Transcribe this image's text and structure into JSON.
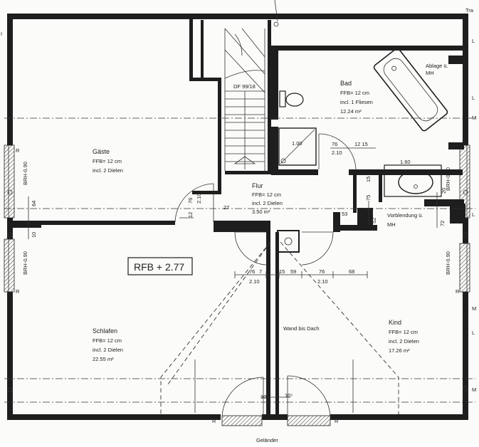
{
  "plan": {
    "level_tag": "RFB + 2.77",
    "rooms": {
      "gaeste": {
        "name": "Gäste",
        "l1": "FFB= 12 cm",
        "l2": "incl. 2 Dielen",
        "area": ""
      },
      "bad": {
        "name": "Bad",
        "l1": "FFB= 12 cm",
        "l2": "incl. 1 Fliesen",
        "area": "12.24 m²"
      },
      "flur": {
        "name": "Flur",
        "l1": "FFB= 12 cm",
        "l2": "incl. 2 Dielen",
        "area": "3.50 m²"
      },
      "schlafen": {
        "name": "Schlafen",
        "l1": "FFB= 12 cm",
        "l2": "incl. 2 Dielen",
        "area": "22.55 m²"
      },
      "kind": {
        "name": "Kind",
        "l1": "FFB= 12 cm",
        "l2": "incl. 2 Dielen",
        "area": "17.26 m²"
      }
    },
    "notes": {
      "df": "DF 99/18",
      "ablage": "Ablage ü.",
      "mh": "MH",
      "vorblendung": "Vorblendung ü.",
      "vorblendung_mh": "MH",
      "wand_bis_dach": "Wand bis Dach",
      "gelaender": "Geländer"
    },
    "dims": {
      "d100": "1.00",
      "d76": "76",
      "d210": "2.10",
      "d1215": "12 15",
      "d160": "1.60",
      "d15": "15",
      "d75": "75",
      "d20": "20",
      "d52": "52",
      "d72": "72",
      "d53": "53",
      "d27": "27",
      "d12": "12",
      "d64": "64",
      "d10": "10",
      "d7": "7",
      "d59": "59",
      "d68": "68",
      "d10b": "10",
      "d105": "10⁵",
      "brh": "BRH-0.90",
      "r": "R"
    },
    "margin": [
      "I",
      "L",
      "M",
      "L",
      "M",
      "L",
      "M",
      "L",
      "Tra"
    ]
  }
}
